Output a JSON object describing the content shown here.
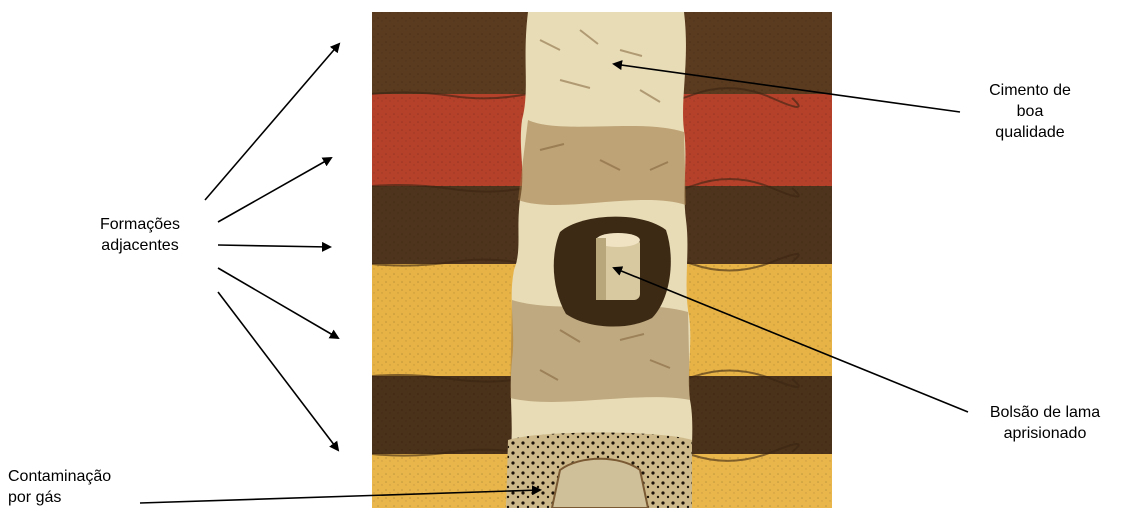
{
  "labels": {
    "formacoes": {
      "line1": "Formações",
      "line2": "adjacentes"
    },
    "cimento": {
      "line1": "Cimento de",
      "line2": "boa",
      "line3": "qualidade"
    },
    "bolsao": {
      "line1": "Bolsão de lama",
      "line2": "aprisionado"
    },
    "contaminacao": {
      "line1": "Contaminação",
      "line2": "por gás"
    }
  },
  "colors": {
    "dark_formation": "#5a3b1f",
    "red_formation": "#b5412b",
    "yellow_formation": "#e7b347",
    "cement": "#e8dcb6",
    "arrow": "#000000"
  }
}
